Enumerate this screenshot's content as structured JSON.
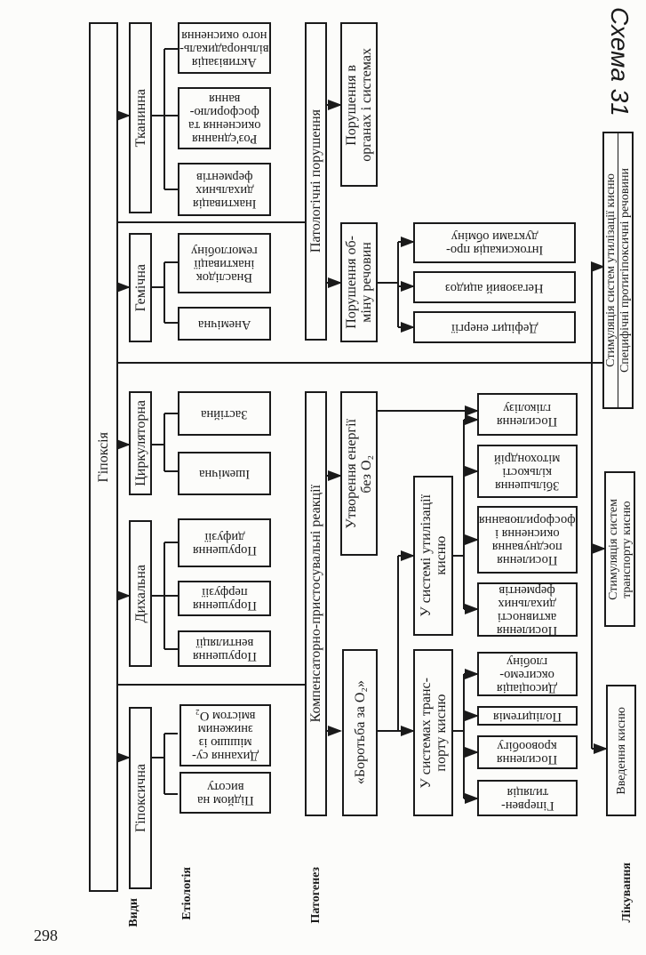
{
  "page_number": "298",
  "scheme_title": "Схема 31",
  "row_labels": {
    "types": "Види",
    "etiology": "Етіологія",
    "pathogenesis": "Патогенез",
    "treatment": "Лікування"
  },
  "root": "Гіпоксія",
  "types": [
    "Тканинна",
    "Гемічна",
    "Циркуляторна",
    "Дихальна",
    "Гіпоксична"
  ],
  "etiology": {
    "tissue": [
      "Активізація\nвільнорадикаль-\nного окиснення",
      "Роз'єднання\nокиснення та\nфосфорилю-\nвання",
      "Інактивація\nдихальних\nферментів"
    ],
    "hemic": [
      "Внаслідок\nінактивації\nгемоглобіну",
      "Анемічна"
    ],
    "circulatory": [
      "Застійна",
      "Ішемічна"
    ],
    "respiratory": [
      "Порушення\nдифузії",
      "Порушення\nперфузії",
      "Порушення\nвентиляції"
    ],
    "hypoxic": [
      "Дихання су-\nмішшю із\nзниженим\nвмістом O₂",
      "Підйом на\nвисоту"
    ]
  },
  "pathogenesis": {
    "pathological": "Патологічні порушення",
    "compensatory": "Компенсаторно-пристосувальні реакції",
    "organs": "Порушення в\nорганах і системах",
    "metabolism": "Порушення об-\nміну речовин",
    "energy_without_o2": "Утворення енергії\nбез O₂",
    "fight_for_o2": "«Боротьба за O₂»",
    "utilization_system": "У системі утилізації\nкисню",
    "transport_system": "У системах транс-\nпорту кисню",
    "metabolism_items": [
      "Інтоксикація про-\nдуктами обміну",
      "Негазовий ацидоз",
      "Дефіцит енергії"
    ],
    "utilization_items": [
      "Посилення\nгліколізу",
      "Збільшення\nкількості\nмітохондрій",
      "Посилення\nпоєднування\nокиснення і\nфосфорилювання",
      "Посилення\nактивності\nдихальних\nферментів"
    ],
    "transport_items": [
      "Дисоціація\nоксигемо-\nглобіну",
      "Поліцитемія",
      "Посилення\nкровообігу",
      "Гіпервен-\nтиляція"
    ]
  },
  "treatment": {
    "utilization_stimulation": "Стимуляція систем утилізації кисню",
    "specific_antihypoxants": "Специфічні протигіпоксичні речовини",
    "transport_stimulation": "Стимуляція систем\nтранспорту кисню",
    "oxygen": "Введення кисню"
  }
}
